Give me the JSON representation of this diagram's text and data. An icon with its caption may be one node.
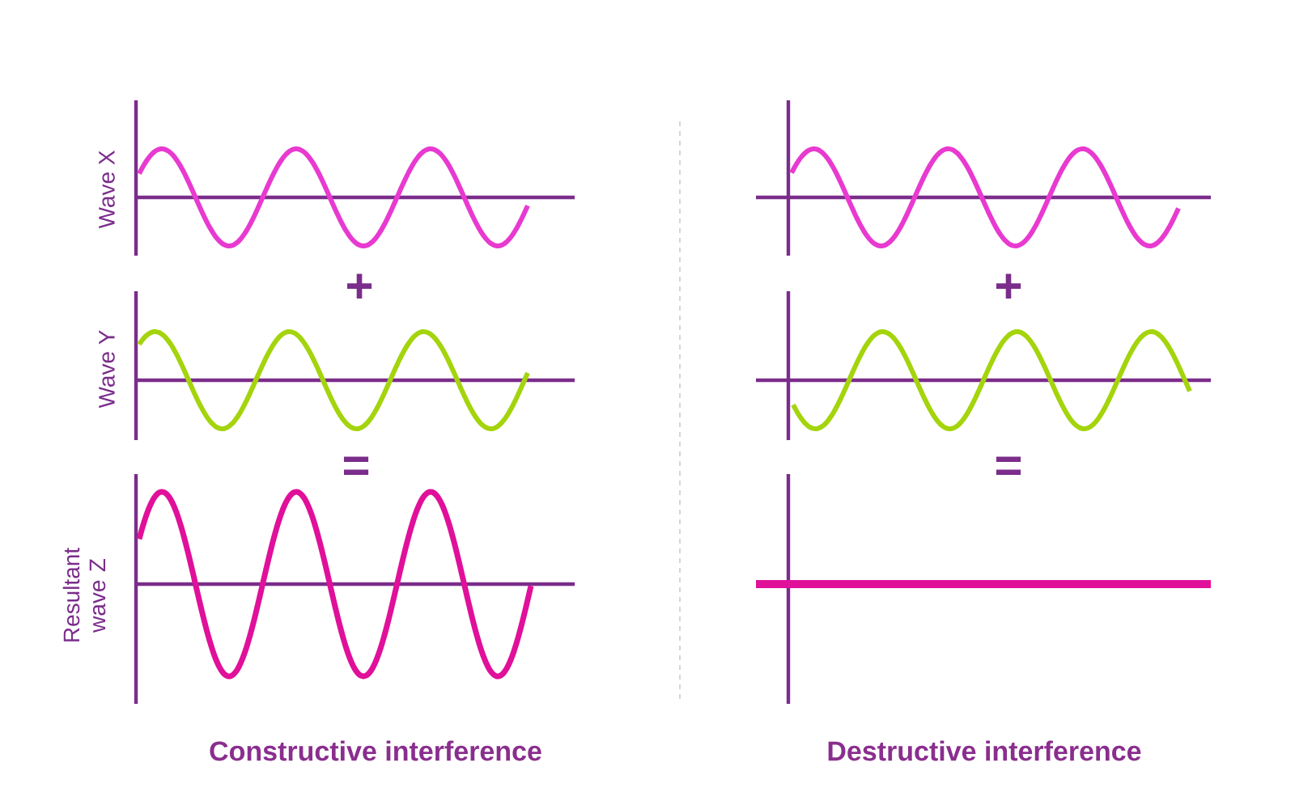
{
  "diagram": {
    "labels": [
      "Wave X",
      "+",
      "+",
      "Wave Y",
      "=",
      "=",
      "Resultant wave Z",
      "Constructive interference",
      "Destructive interference"
    ]
  }
}
